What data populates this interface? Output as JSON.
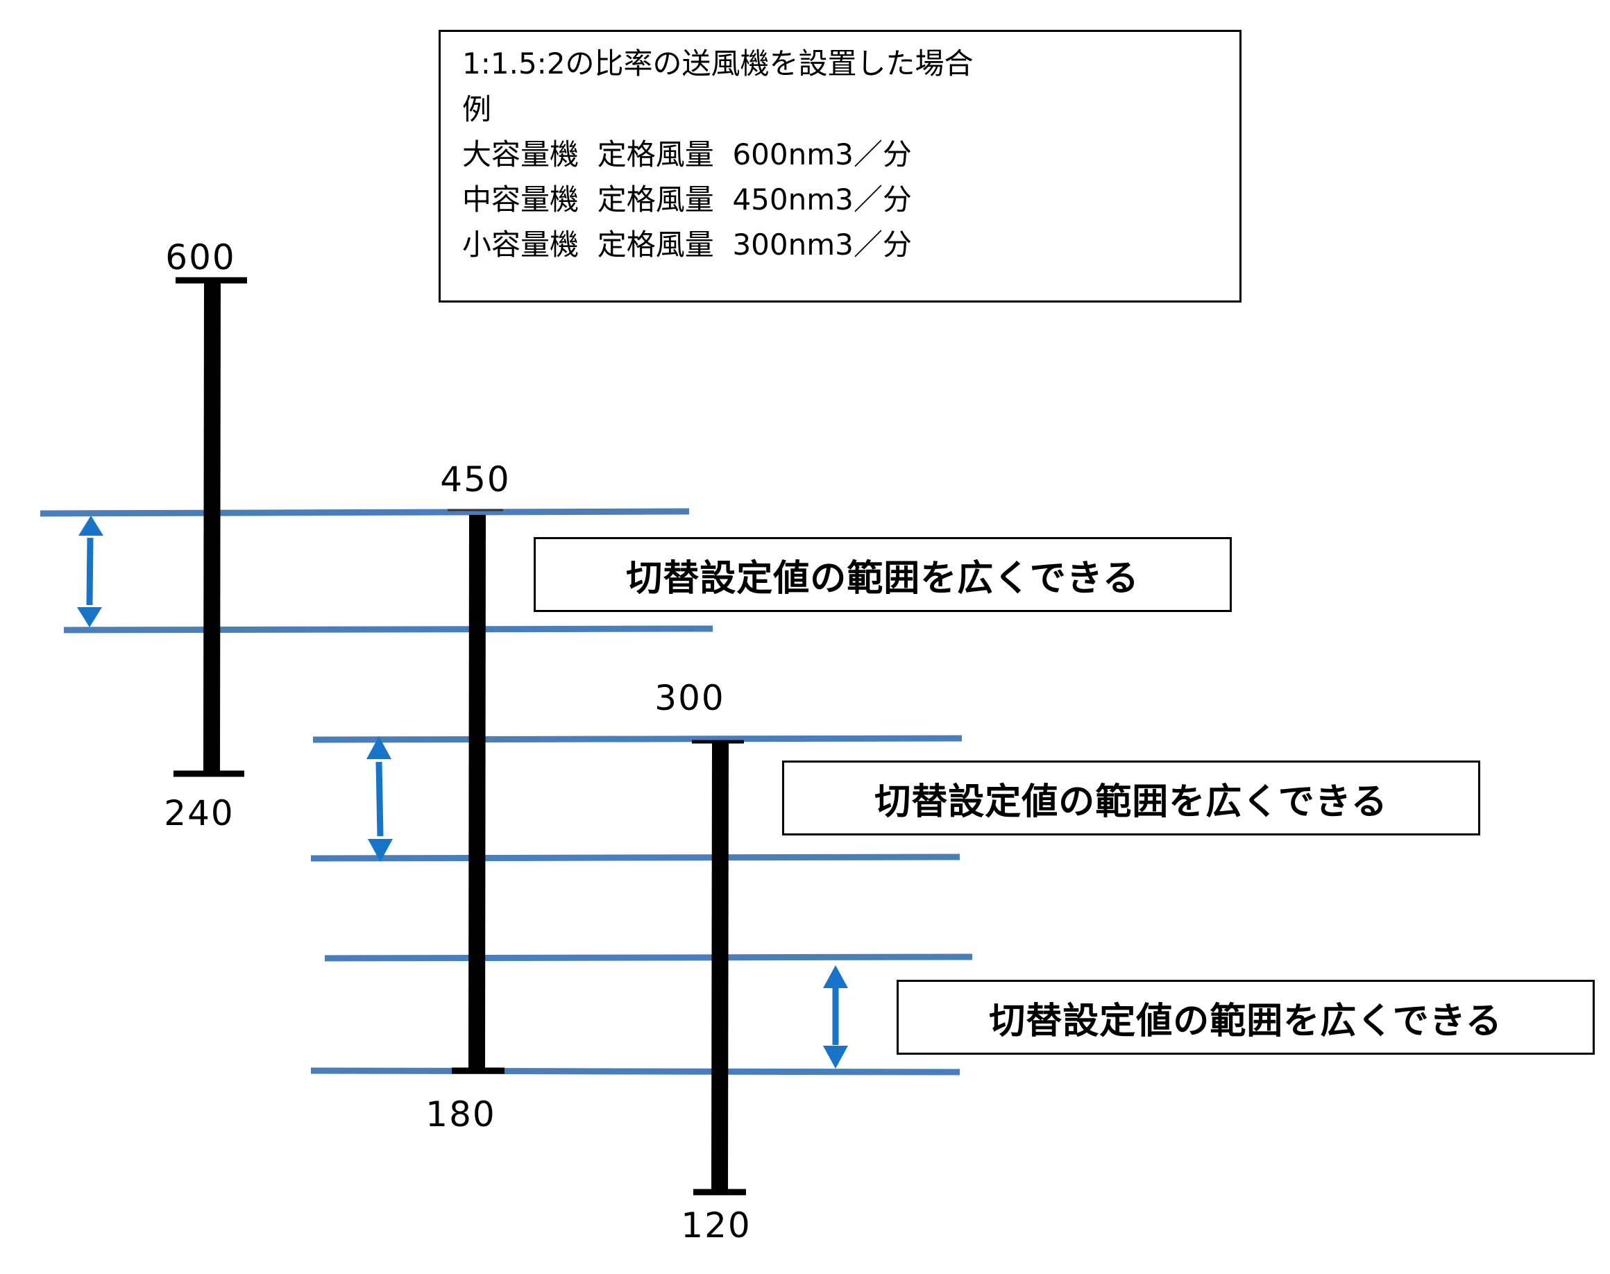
{
  "legend": {
    "title": "1:1.5:2の比率の送風機を設置した場合",
    "example_label": "例",
    "rows": [
      {
        "name": "大容量機",
        "spec": "定格風量",
        "value": "600nm3／分"
      },
      {
        "name": "中容量機",
        "spec": "定格風量",
        "value": "450nm3／分"
      },
      {
        "name": "小容量機",
        "spec": "定格風量",
        "value": "300nm3／分"
      }
    ]
  },
  "ranges": [
    {
      "id": "large",
      "max": 600,
      "min": 240,
      "max_label": "600",
      "min_label": "240"
    },
    {
      "id": "medium",
      "max": 450,
      "min": 180,
      "max_label": "450",
      "min_label": "180"
    },
    {
      "id": "small",
      "max": 300,
      "min": 120,
      "max_label": "300",
      "min_label": "120"
    }
  ],
  "callouts": [
    {
      "text": "切替設定値の範囲を広くできる"
    },
    {
      "text": "切替設定値の範囲を広くできる"
    },
    {
      "text": "切替設定値の範囲を広くできる"
    }
  ],
  "colors": {
    "bar": "#000000",
    "threshold_line": "#4a7ebb",
    "arrow": "#1874c8"
  }
}
